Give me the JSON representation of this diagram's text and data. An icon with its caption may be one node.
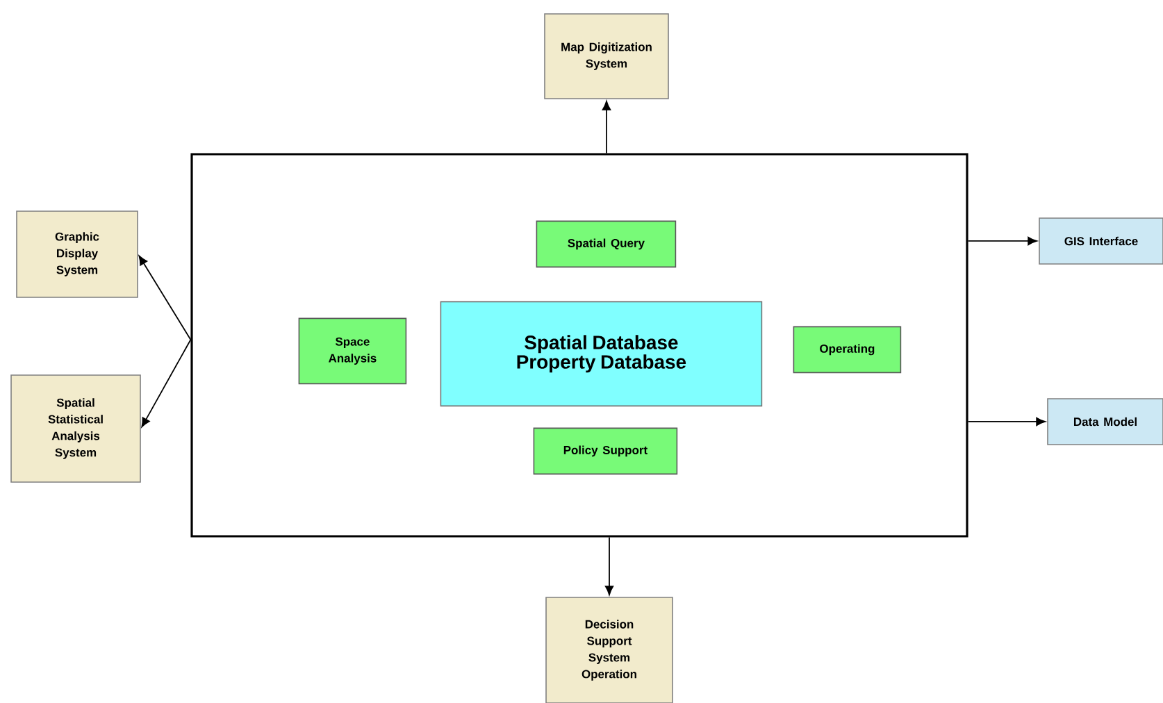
{
  "diagram": {
    "nodes": [
      {
        "text": [],
        "shape": "box"
      },
      {
        "text": [
          "Spatial Query"
        ],
        "in": 0
      },
      {
        "text": [
          "Space Analysis"
        ],
        "in": 0
      },
      {
        "text": [
          "Spatial Database Property Database"
        ],
        "in": 0
      },
      {
        "text": [
          "Operating"
        ],
        "in": 0
      },
      {
        "text": [
          "Policy Support"
        ],
        "in": 0
      },
      {
        "text": [
          "Map Digitization System"
        ]
      },
      {
        "text": [
          "Graphic Display System"
        ]
      },
      {
        "text": [
          "Spatial Statistical Analysis System"
        ]
      },
      {
        "text": [
          "GIS Interface"
        ]
      },
      {
        "text": [
          "Data Model"
        ]
      },
      {
        "text": [
          "Decision Support System Operation"
        ]
      }
    ],
    "edges": [
      {
        "from": 0,
        "to": 6,
        "arrow": "to"
      },
      {
        "from": 0,
        "to": 7,
        "arrow": "to"
      },
      {
        "from": 0,
        "to": 8,
        "arrow": "to"
      },
      {
        "from": 0,
        "to": 9,
        "arrow": "to"
      },
      {
        "from": 0,
        "to": 10,
        "arrow": "to"
      },
      {
        "from": 0,
        "to": 11,
        "arrow": "to"
      }
    ]
  }
}
